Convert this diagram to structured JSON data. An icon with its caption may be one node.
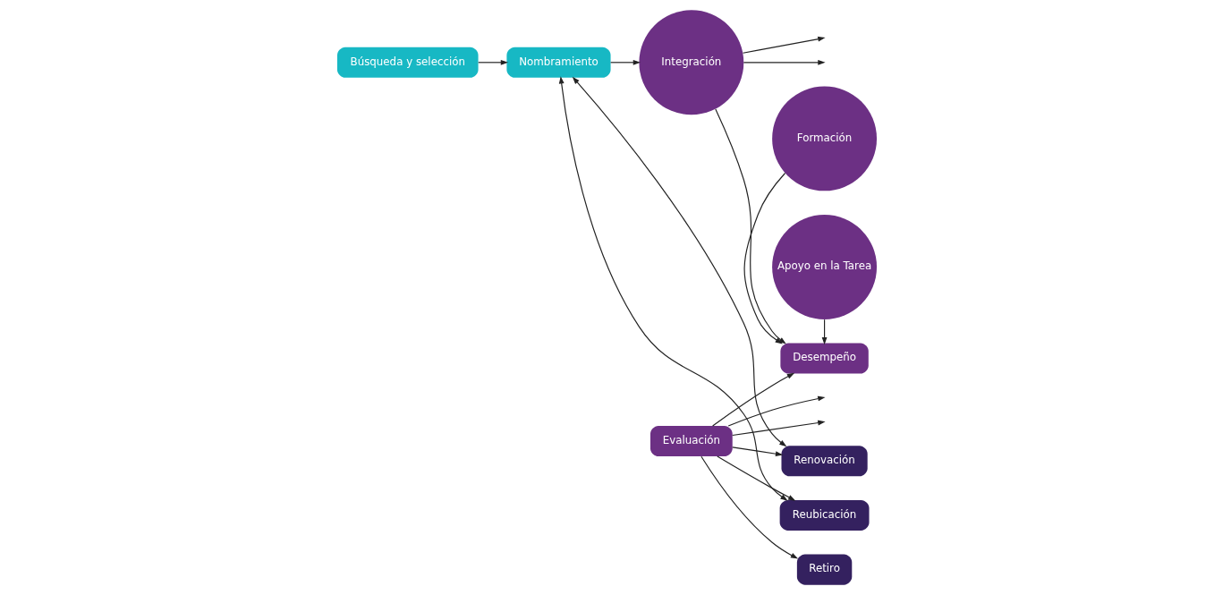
{
  "diagram": {
    "nodes": [
      {
        "text": [
          "Búsqueda y selección"
        ]
      },
      {
        "text": [
          "Nombramiento"
        ]
      },
      {
        "text": [
          "Integración"
        ]
      },
      {
        "text": [
          "Formación"
        ]
      },
      {
        "text": [
          "Desempeño"
        ]
      },
      {
        "text": [
          "Apoyo en la Tarea"
        ]
      },
      {
        "text": [
          "Evaluación"
        ]
      },
      {
        "text": [
          "Renovación"
        ]
      },
      {
        "text": [
          "Retiro"
        ]
      },
      {
        "text": [
          "Reubicación"
        ]
      }
    ],
    "edges": [
      {
        "from": 0,
        "to": 1,
        "arrow": "to"
      },
      {
        "from": 1,
        "to": 2,
        "arrow": "to"
      },
      {
        "from": 2,
        "to": 4,
        "arrow": "to"
      },
      {
        "from": 3,
        "to": 4,
        "arrow": "to"
      },
      {
        "from": 5,
        "to": 4,
        "arrow": "to"
      },
      {
        "from": 6,
        "to": 4,
        "arrow": "to"
      },
      {
        "from": 6,
        "to": 7,
        "arrow": "to"
      },
      {
        "from": 6,
        "to": 8,
        "arrow": "to"
      },
      {
        "from": 6,
        "to": 9,
        "arrow": "to"
      },
      {
        "from": 2,
        "to": null,
        "arrow": "to"
      },
      {
        "from": 2,
        "to": null,
        "arrow": "to"
      },
      {
        "from": 6,
        "to": null,
        "arrow": "to"
      },
      {
        "from": 6,
        "to": null,
        "arrow": "to"
      },
      {
        "from": 1,
        "to": 7,
        "arrow": "both"
      },
      {
        "from": 1,
        "to": 9,
        "arrow": "both"
      }
    ]
  }
}
